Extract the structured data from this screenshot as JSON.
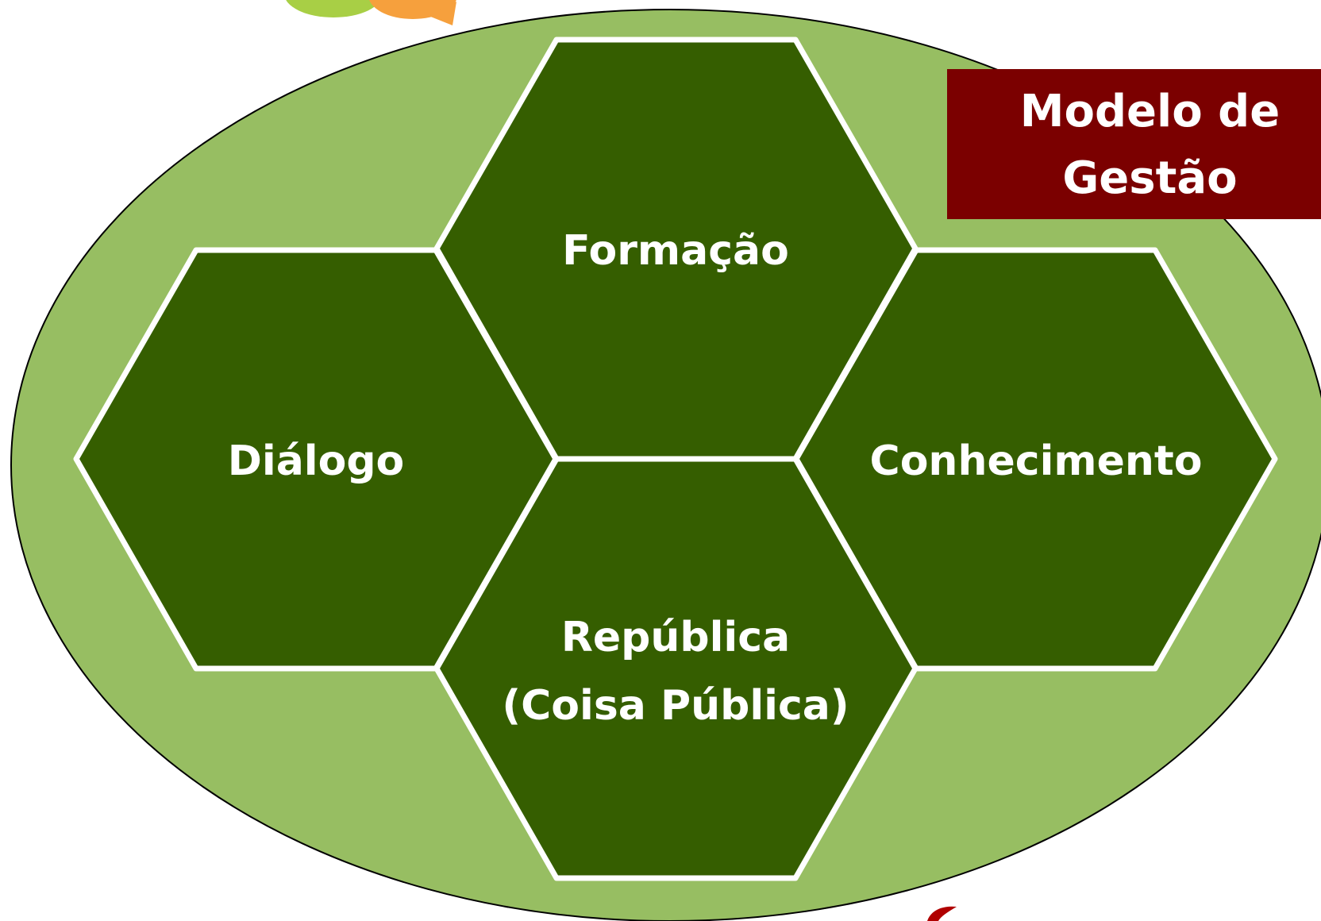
{
  "title": {
    "line1": "Modelo de",
    "line2": "Gestão"
  },
  "hexagons": {
    "top": {
      "label": "Formação"
    },
    "left": {
      "label": "Diálogo"
    },
    "right": {
      "label": "Conhecimento"
    },
    "bottom": {
      "label_line1": "República",
      "label_line2": "(Coisa Pública)"
    }
  },
  "colors": {
    "ellipse_fill": "#97be62",
    "hexagon_fill": "#355e00",
    "hexagon_stroke": "#ffffff",
    "title_box": "#7b0000",
    "logo_green": "#a8cf45",
    "logo_orange": "#f6a03d",
    "logo_red": "#b00000"
  }
}
